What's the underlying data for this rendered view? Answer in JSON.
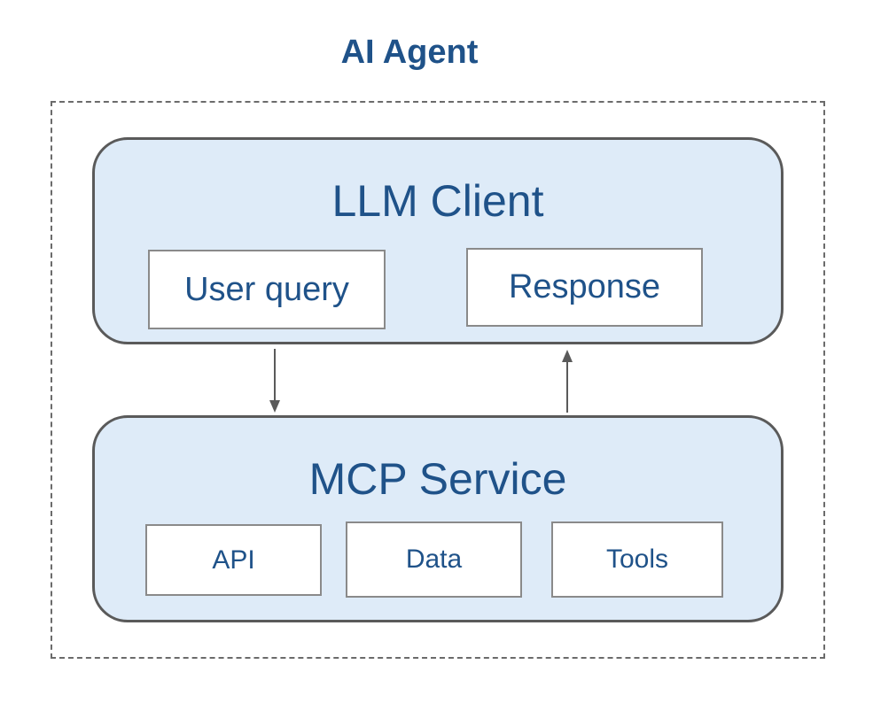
{
  "diagram": {
    "title": "AI Agent",
    "colors": {
      "text": "#1f5289",
      "panel_fill": "#deebf8",
      "panel_border": "#5a5a5a",
      "arrow": "#5a5a5a"
    },
    "llm_client": {
      "title": "LLM Client",
      "items": [
        "User query",
        "Response"
      ]
    },
    "mcp_service": {
      "title": "MCP Service",
      "items": [
        "API",
        "Data",
        "Tools"
      ]
    },
    "connections": [
      {
        "from": "User query",
        "to": "MCP Service",
        "direction": "down"
      },
      {
        "from": "MCP Service",
        "to": "Response",
        "direction": "up"
      }
    ]
  }
}
